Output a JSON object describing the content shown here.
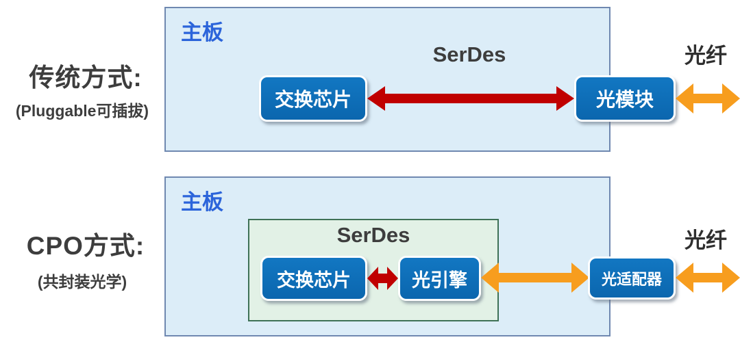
{
  "colors": {
    "box_blue": "#0d6cb6",
    "arrow_red": "#c00000",
    "arrow_orange": "#f79d1e",
    "board_fill": "#dcedf8",
    "board_border": "#6f88b0",
    "board_label_blue": "#2b64da",
    "serdes_zone_fill": "#e2f1e6",
    "serdes_zone_border": "#3e7156",
    "text_dark": "#3d3d3d"
  },
  "rows": {
    "traditional": {
      "title": "传统方式:",
      "subtitle": "(Pluggable可插拔)",
      "board_label": "主板",
      "serdes_label": "SerDes",
      "chip_label": "交换芯片",
      "module_label": "光模块",
      "fiber_label": "光纤"
    },
    "cpo": {
      "title": "CPO方式:",
      "subtitle": "(共封装光学)",
      "board_label": "主板",
      "serdes_label": "SerDes",
      "chip_label": "交换芯片",
      "engine_label": "光引擎",
      "adapter_label": "光适配器",
      "fiber_label": "光纤"
    }
  }
}
